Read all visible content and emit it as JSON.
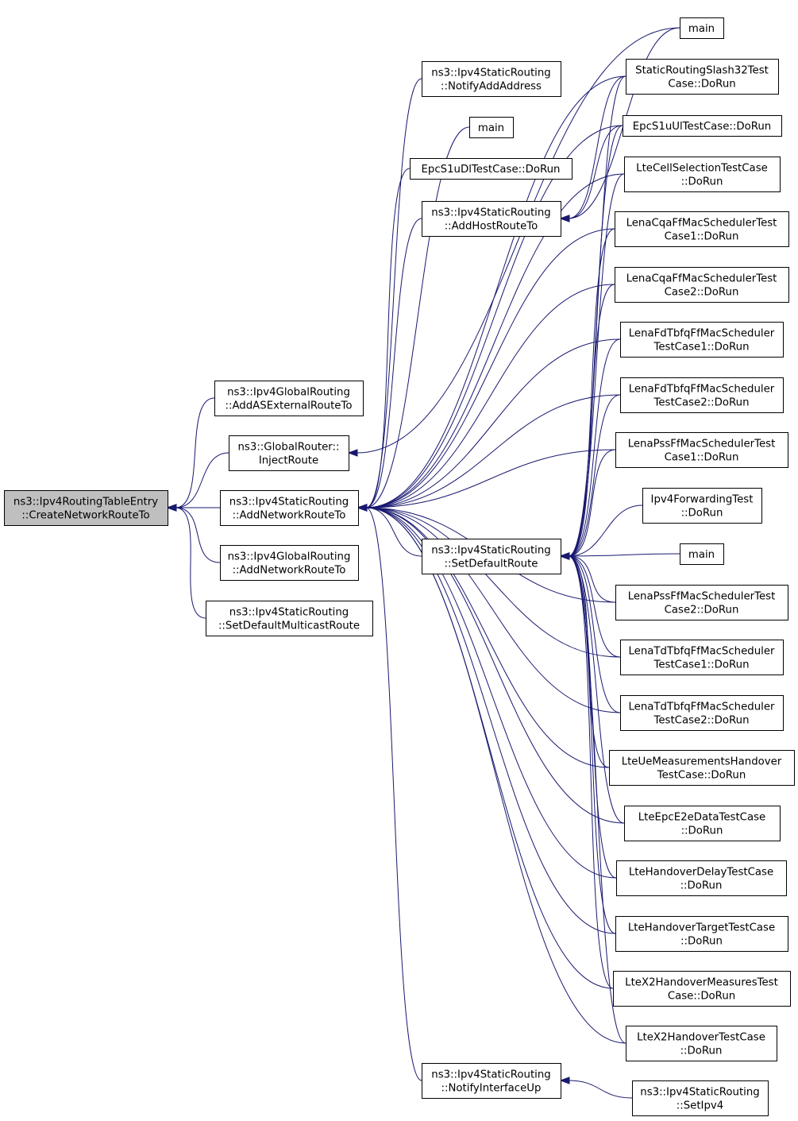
{
  "diagram": {
    "nodes": [
      {
        "id": "root",
        "lines": [
          "ns3::Ipv4RoutingTableEntry",
          "::CreateNetworkRouteTo"
        ]
      },
      {
        "id": "gr_addasext",
        "lines": [
          "ns3::Ipv4GlobalRouting",
          "::AddASExternalRouteTo"
        ]
      },
      {
        "id": "globalrouter_inject",
        "lines": [
          "ns3::GlobalRouter::",
          "InjectRoute"
        ]
      },
      {
        "id": "sr_addnetwork",
        "lines": [
          "ns3::Ipv4StaticRouting",
          "::AddNetworkRouteTo"
        ]
      },
      {
        "id": "gr_addnetwork",
        "lines": [
          "ns3::Ipv4GlobalRouting",
          "::AddNetworkRouteTo"
        ]
      },
      {
        "id": "sr_setdefaultmc",
        "lines": [
          "ns3::Ipv4StaticRouting",
          "::SetDefaultMulticastRoute"
        ]
      },
      {
        "id": "sr_notifyaddaddr",
        "lines": [
          "ns3::Ipv4StaticRouting",
          "::NotifyAddAddress"
        ]
      },
      {
        "id": "main_mid",
        "lines": [
          "main"
        ]
      },
      {
        "id": "epc_dl",
        "lines": [
          "EpcS1uDlTestCase::DoRun"
        ]
      },
      {
        "id": "sr_addhost",
        "lines": [
          "ns3::Ipv4StaticRouting",
          "::AddHostRouteTo"
        ]
      },
      {
        "id": "sr_setdefault",
        "lines": [
          "ns3::Ipv4StaticRouting",
          "::SetDefaultRoute"
        ]
      },
      {
        "id": "sr_notifyifup",
        "lines": [
          "ns3::Ipv4StaticRouting",
          "::NotifyInterfaceUp"
        ]
      },
      {
        "id": "main_top",
        "lines": [
          "main"
        ]
      },
      {
        "id": "slash32",
        "lines": [
          "StaticRoutingSlash32Test",
          "Case::DoRun"
        ]
      },
      {
        "id": "epc_ul",
        "lines": [
          "EpcS1uUlTestCase::DoRun"
        ]
      },
      {
        "id": "lte_cellsel",
        "lines": [
          "LteCellSelectionTestCase",
          "::DoRun"
        ]
      },
      {
        "id": "cqa1",
        "lines": [
          "LenaCqaFfMacSchedulerTest",
          "Case1::DoRun"
        ]
      },
      {
        "id": "cqa2",
        "lines": [
          "LenaCqaFfMacSchedulerTest",
          "Case2::DoRun"
        ]
      },
      {
        "id": "fdtbfq1",
        "lines": [
          "LenaFdTbfqFfMacScheduler",
          "TestCase1::DoRun"
        ]
      },
      {
        "id": "fdtbfq2",
        "lines": [
          "LenaFdTbfqFfMacScheduler",
          "TestCase2::DoRun"
        ]
      },
      {
        "id": "pss1",
        "lines": [
          "LenaPssFfMacSchedulerTest",
          "Case1::DoRun"
        ]
      },
      {
        "id": "ipv4fwd",
        "lines": [
          "Ipv4ForwardingTest",
          "::DoRun"
        ]
      },
      {
        "id": "main_right",
        "lines": [
          "main"
        ]
      },
      {
        "id": "pss2",
        "lines": [
          "LenaPssFfMacSchedulerTest",
          "Case2::DoRun"
        ]
      },
      {
        "id": "tdtbfq1",
        "lines": [
          "LenaTdTbfqFfMacScheduler",
          "TestCase1::DoRun"
        ]
      },
      {
        "id": "tdtbfq2",
        "lines": [
          "LenaTdTbfqFfMacScheduler",
          "TestCase2::DoRun"
        ]
      },
      {
        "id": "uemeas",
        "lines": [
          "LteUeMeasurementsHandover",
          "TestCase::DoRun"
        ]
      },
      {
        "id": "epce2e",
        "lines": [
          "LteEpcE2eDataTestCase",
          "::DoRun"
        ]
      },
      {
        "id": "hodelay",
        "lines": [
          "LteHandoverDelayTestCase",
          "::DoRun"
        ]
      },
      {
        "id": "hotarget",
        "lines": [
          "LteHandoverTargetTestCase",
          "::DoRun"
        ]
      },
      {
        "id": "x2meas",
        "lines": [
          "LteX2HandoverMeasuresTest",
          "Case::DoRun"
        ]
      },
      {
        "id": "x2ho",
        "lines": [
          "LteX2HandoverTestCase",
          "::DoRun"
        ]
      },
      {
        "id": "sr_setipv4",
        "lines": [
          "ns3::Ipv4StaticRouting",
          "::SetIpv4"
        ]
      }
    ],
    "edges": [
      {
        "from": "gr_addasext",
        "to": "root"
      },
      {
        "from": "globalrouter_inject",
        "to": "root"
      },
      {
        "from": "sr_addnetwork",
        "to": "root"
      },
      {
        "from": "gr_addnetwork",
        "to": "root"
      },
      {
        "from": "sr_setdefaultmc",
        "to": "root"
      },
      {
        "from": "main_top",
        "to": "globalrouter_inject"
      },
      {
        "from": "sr_notifyaddaddr",
        "to": "sr_addnetwork"
      },
      {
        "from": "main_mid",
        "to": "sr_addnetwork"
      },
      {
        "from": "epc_dl",
        "to": "sr_addnetwork"
      },
      {
        "from": "sr_addhost",
        "to": "sr_addnetwork"
      },
      {
        "from": "slash32",
        "to": "sr_addnetwork"
      },
      {
        "from": "epc_ul",
        "to": "sr_addnetwork"
      },
      {
        "from": "lte_cellsel",
        "to": "sr_addnetwork"
      },
      {
        "from": "cqa1",
        "to": "sr_addnetwork"
      },
      {
        "from": "cqa2",
        "to": "sr_addnetwork"
      },
      {
        "from": "fdtbfq1",
        "to": "sr_addnetwork"
      },
      {
        "from": "fdtbfq2",
        "to": "sr_addnetwork"
      },
      {
        "from": "pss1",
        "to": "sr_addnetwork"
      },
      {
        "from": "sr_setdefault",
        "to": "sr_addnetwork"
      },
      {
        "from": "pss2",
        "to": "sr_addnetwork"
      },
      {
        "from": "tdtbfq1",
        "to": "sr_addnetwork"
      },
      {
        "from": "tdtbfq2",
        "to": "sr_addnetwork"
      },
      {
        "from": "uemeas",
        "to": "sr_addnetwork"
      },
      {
        "from": "epce2e",
        "to": "sr_addnetwork"
      },
      {
        "from": "hodelay",
        "to": "sr_addnetwork"
      },
      {
        "from": "hotarget",
        "to": "sr_addnetwork"
      },
      {
        "from": "x2meas",
        "to": "sr_addnetwork"
      },
      {
        "from": "x2ho",
        "to": "sr_addnetwork"
      },
      {
        "from": "sr_notifyifup",
        "to": "sr_addnetwork"
      },
      {
        "from": "main_top",
        "to": "sr_addhost"
      },
      {
        "from": "epc_ul",
        "to": "sr_addhost"
      },
      {
        "from": "slash32",
        "to": "sr_addhost"
      },
      {
        "from": "slash32",
        "to": "sr_setdefault"
      },
      {
        "from": "epc_ul",
        "to": "sr_setdefault"
      },
      {
        "from": "lte_cellsel",
        "to": "sr_setdefault"
      },
      {
        "from": "cqa1",
        "to": "sr_setdefault"
      },
      {
        "from": "cqa2",
        "to": "sr_setdefault"
      },
      {
        "from": "fdtbfq1",
        "to": "sr_setdefault"
      },
      {
        "from": "fdtbfq2",
        "to": "sr_setdefault"
      },
      {
        "from": "pss1",
        "to": "sr_setdefault"
      },
      {
        "from": "ipv4fwd",
        "to": "sr_setdefault"
      },
      {
        "from": "main_right",
        "to": "sr_setdefault"
      },
      {
        "from": "pss2",
        "to": "sr_setdefault"
      },
      {
        "from": "tdtbfq1",
        "to": "sr_setdefault"
      },
      {
        "from": "tdtbfq2",
        "to": "sr_setdefault"
      },
      {
        "from": "uemeas",
        "to": "sr_setdefault"
      },
      {
        "from": "epce2e",
        "to": "sr_setdefault"
      },
      {
        "from": "hodelay",
        "to": "sr_setdefault"
      },
      {
        "from": "hotarget",
        "to": "sr_setdefault"
      },
      {
        "from": "x2meas",
        "to": "sr_setdefault"
      },
      {
        "from": "x2ho",
        "to": "sr_setdefault"
      },
      {
        "from": "sr_setipv4",
        "to": "sr_notifyifup"
      }
    ],
    "colors": {
      "edge": "#191970",
      "root_fill": "#bfbfbf",
      "node_fill": "#ffffff",
      "border": "#000000"
    }
  }
}
